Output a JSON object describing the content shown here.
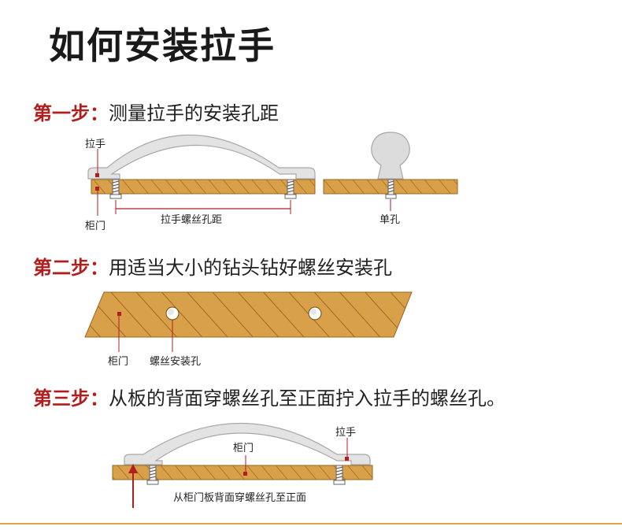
{
  "title": "如何安装拉手",
  "colors": {
    "accent": "#b01e1e",
    "wood": "#d9a04a",
    "wood_stroke": "#9a6420",
    "handle": "#e2e2e2"
  },
  "step1": {
    "label": "第一步：",
    "text": "测量拉手的安装孔距",
    "labels": {
      "handle": "拉手",
      "cabinet": "柜门",
      "spacing": "拉手螺丝孔距",
      "single": "单孔"
    }
  },
  "step2": {
    "label": "第二步：",
    "text": "用适当大小的钻头钻好螺丝安装孔",
    "labels": {
      "cabinet": "柜门",
      "hole": "螺丝安装孔"
    }
  },
  "step3": {
    "label": "第三步：",
    "text": "从板的背面穿螺丝孔至正面拧入拉手的螺丝孔。",
    "labels": {
      "handle": "拉手",
      "cabinet": "柜门",
      "note": "从柜门板背面穿螺丝孔至正面"
    }
  }
}
